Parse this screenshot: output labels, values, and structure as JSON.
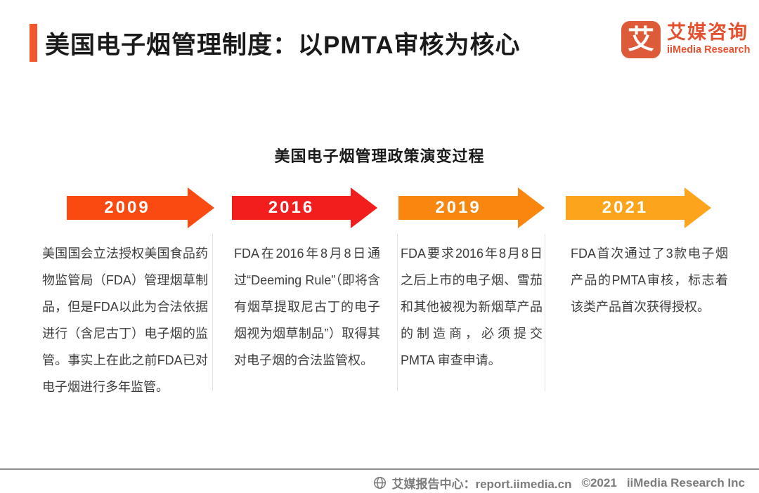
{
  "header": {
    "title": "美国电子烟管理制度：以PMTA审核为核心",
    "logo": {
      "mark": "艾",
      "name_cn": "艾媒咨询",
      "name_en": "iiMedia Research"
    }
  },
  "section_title": "美国电子烟管理政策演变过程",
  "timeline": {
    "items": [
      {
        "year": "2009",
        "color": "#FA4A12",
        "text": "美国国会立法授权美国食品药物监管局（FDA）管理烟草制品，但是FDA以此为合法依据进行（含尼古丁）电子烟的监管。事实上在此之前FDA已对电子烟进行多年监管。"
      },
      {
        "year": "2016",
        "color": "#F21D1D",
        "text": "FDA在2016年8月8日通过“Deeming Rule”（即将含有烟草提取尼古丁的电子烟视为烟草制品”）取得其对电子烟的合法监管权。"
      },
      {
        "year": "2019",
        "color": "#F8860F",
        "text": "FDA要求2016年8月8日之后上市的电子烟、雪茄和其他被视为新烟草产品的制造商，必须提交 PMTA 审查申请。"
      },
      {
        "year": "2021",
        "color": "#FCA41C",
        "text": "FDA首次通过了3款电子烟产品的PMTA审核，标志着该类产品首次获得授权。"
      }
    ]
  },
  "footer": {
    "center_label": "艾媒报告中心：report.iimedia.cn",
    "copyright": "©2021",
    "company": "iiMedia Research Inc"
  }
}
